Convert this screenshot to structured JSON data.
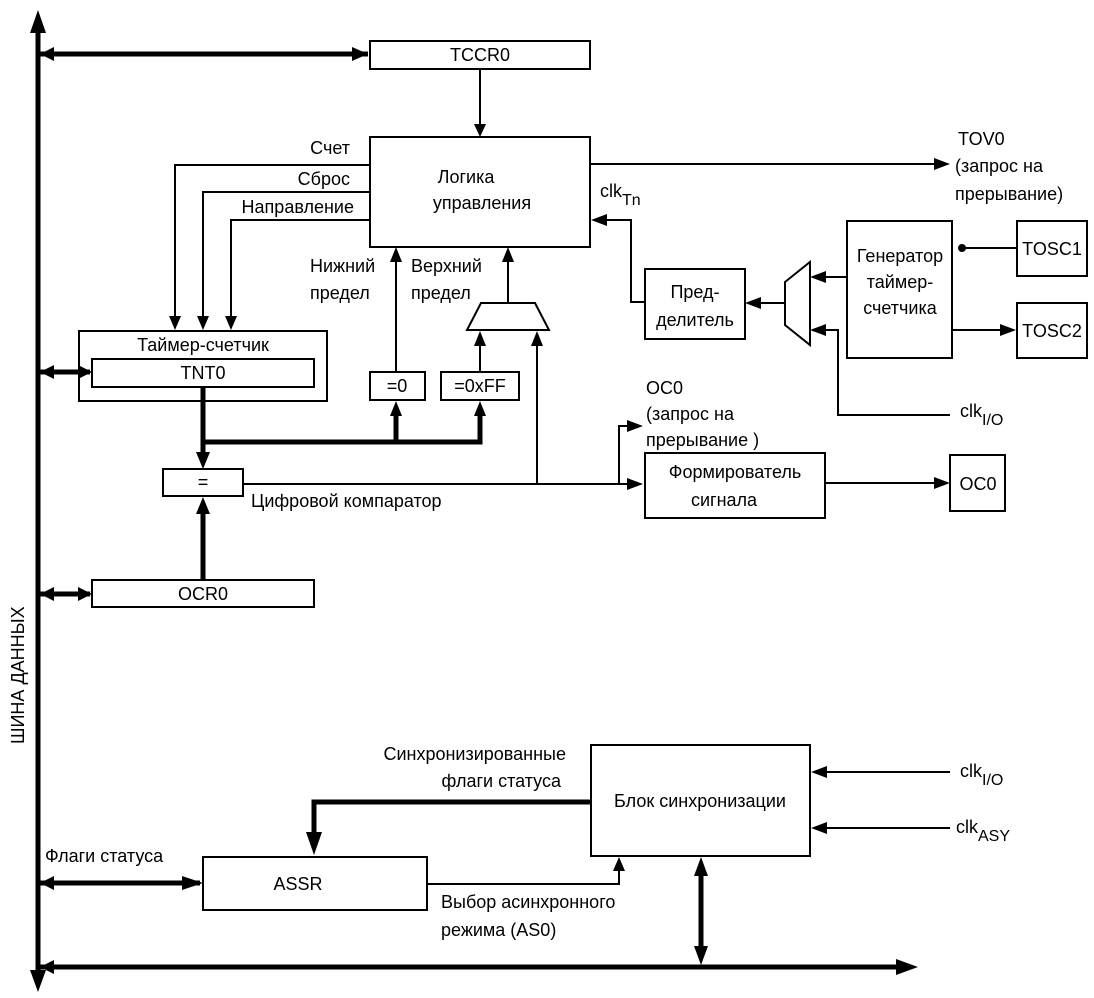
{
  "diagram": {
    "bus_label": "ШИНА ДАННЫХ",
    "blocks": {
      "tccr0": "TCCR0",
      "control_logic": [
        "Логика",
        "управления"
      ],
      "timer_counter": "Таймер-счетчик",
      "tnt0": "TNT0",
      "eq_zero": "=0",
      "eq_ff": "=0xFF",
      "comparator": "=",
      "ocr0": "OCR0",
      "prescaler": [
        "Пред-",
        "делитель"
      ],
      "generator": [
        "Генератор",
        "таймер-",
        "счетчика"
      ],
      "tosc1": "TOSC1",
      "tosc2": "TOSC2",
      "waveform": [
        "Формирователь",
        "сигнала"
      ],
      "oc0_pin": "OC0",
      "sync_block": "Блок синхронизации",
      "assr": "ASSR"
    },
    "labels": {
      "count": "Счет",
      "reset": "Сброс",
      "direction": "Направление",
      "bottom": [
        "Нижний",
        "предел"
      ],
      "top": [
        "Верхний",
        "предел"
      ],
      "tov0": [
        "TOV0",
        "(запрос на",
        "прерывание)"
      ],
      "clk_tn_main": "clk",
      "clk_tn_sub": "Tn",
      "clk_io_main": "clk",
      "clk_io_sub": "I/O",
      "clk_asy_main": "clk",
      "clk_asy_sub": "ASY",
      "comparator_label": "Цифровой компаратор",
      "oc0_irq": [
        "OC0",
        "(запрос на",
        "прерывание )"
      ],
      "synced_flags": [
        "Синхронизированные",
        "флаги статуса"
      ],
      "status_flags": "Флаги статуса",
      "async_select": [
        "Выбор асинхронного",
        "режима  (AS0)"
      ]
    }
  }
}
